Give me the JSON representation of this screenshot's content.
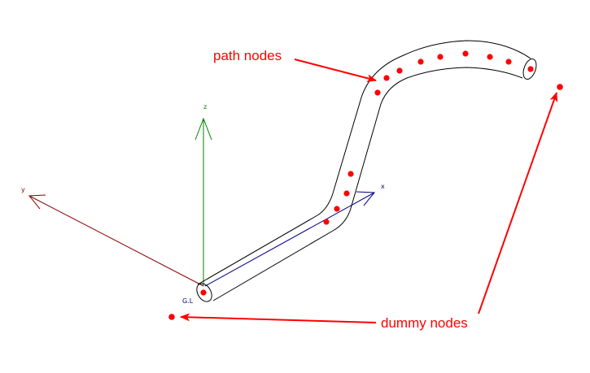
{
  "labels": {
    "path_nodes": "path nodes",
    "dummy_nodes": "dummy nodes"
  },
  "axes": {
    "x": "x",
    "y": "y",
    "z": "z",
    "origin": "G.L"
  },
  "colors": {
    "node": "#ff0000",
    "annotation": "#ff0000",
    "pipe_outline": "#000000",
    "z_axis": "#008000",
    "y_axis": "#8b0000",
    "x_axis": "#00008b"
  }
}
